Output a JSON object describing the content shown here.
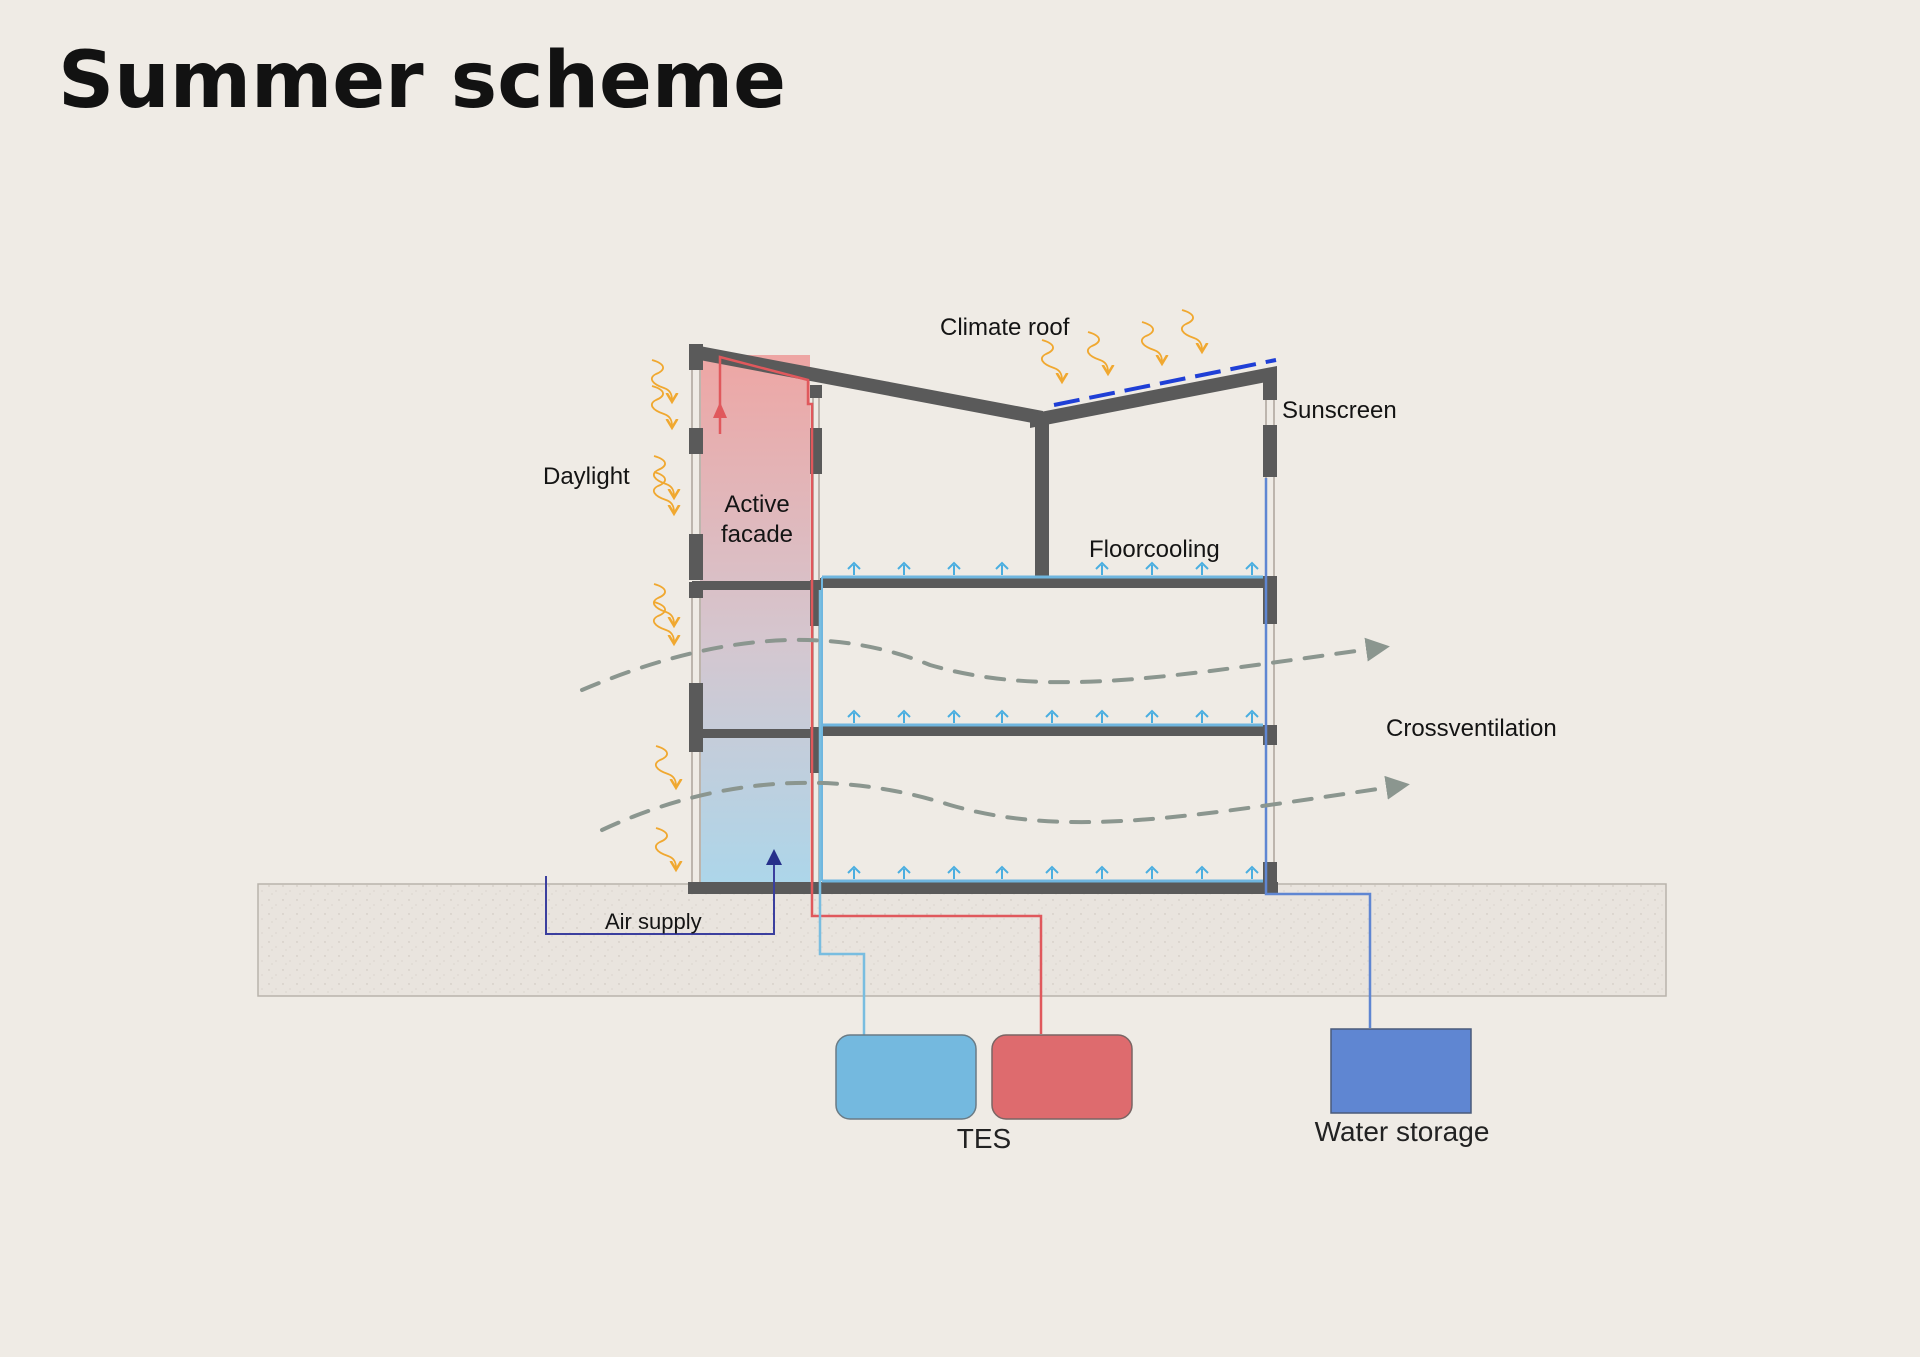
{
  "title": "Summer scheme",
  "labels": {
    "climate_roof": "Climate roof",
    "sunscreen": "Sunscreen",
    "daylight": "Daylight",
    "active_facade_line1": "Active",
    "active_facade_line2": "facade",
    "floorcooling": "Floorcooling",
    "crossventilation": "Crossventilation",
    "air_supply": "Air supply",
    "tes": "TES",
    "water_storage": "Water storage"
  },
  "colors": {
    "background": "#efebe5",
    "structure": "#5a5a5a",
    "warm_pipe": "#e0585c",
    "cool_pipe": "#79bde0",
    "cold_tank": "#74b9df",
    "warm_tank": "#de6b6e",
    "water_storage": "#5f86d2",
    "sun_rays": "#f0a830",
    "ventilation": "#8b968f",
    "ground": "#e9e4de",
    "sunscreen": "#1f3fd6"
  },
  "icons": [
    "sun-ray-icon",
    "ventilation-arrow-icon",
    "up-arrow-icon"
  ]
}
